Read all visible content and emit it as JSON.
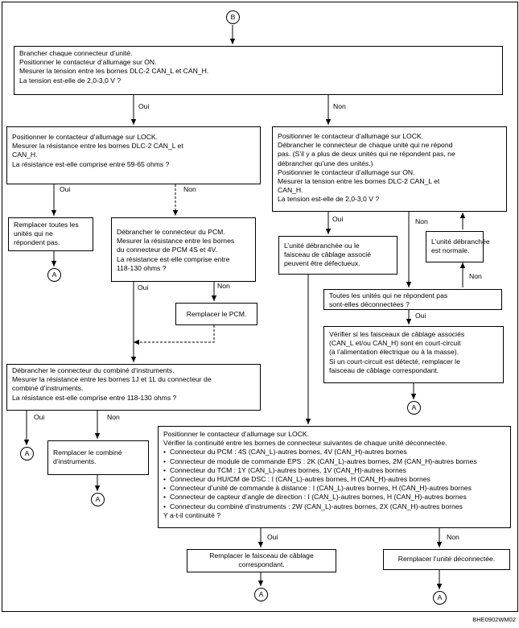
{
  "start": "B",
  "end": "A",
  "yes": "Oui",
  "no": "Non",
  "step1": [
    "Brancher chaque connecteur d’unité.",
    "Positionner le contacteur d’allumage sur ON.",
    "Mesurer la tension entre les bornes DLC-2 CAN_L et CAN_H.",
    "La tension est-elle de 2,0-3,0 V ?"
  ],
  "step2": [
    "Positionner le contacteur d’allumage sur LOCK.",
    "Mesurer la résistance entre les bornes DLC-2 CAN_L et",
    "CAN_H.",
    "La résistance est-elle comprise entre 59-65 ohms ?"
  ],
  "replace_units": [
    "Remplacer toutes les",
    "unités qui ne",
    "répondent pas."
  ],
  "step_pcm": [
    "Débrancher le connecteur du PCM.",
    "Mesurer la résistance entre les bornes",
    "du connecteur de PCM 4S et 4V.",
    "La résistance est-elle comprise entre",
    "118-130 ohms ?"
  ],
  "replace_pcm": "Remplacer le PCM.",
  "step_inst": [
    "Débrancher le connecteur du combiné d’instruments.",
    "Mesurer la résistance entre les bornes 1J et 1L du connecteur de",
    "combiné d’instruments.",
    "La résistance est-elle comprise entre 118-130 ohms ?"
  ],
  "replace_inst": [
    "Remplacer le combiné",
    "d’instruments."
  ],
  "step_lock": [
    "Positionner le contacteur d’allumage sur LOCK.",
    "Débrancher le connecteur de chaque unité qui ne répond",
    "pas. (S’il y a plus de deux unités qui ne répondent pas, ne",
    "débrancher qu’une des unités.)",
    "Positionner le contacteur d’allumage sur ON.",
    "Mesurer la tension entre les bornes DLC-2 CAN_L et",
    "CAN_H.",
    "La tension est-elle de 2,0-3,0 V ?"
  ],
  "unit_defect": [
    "L’unité débranchée ou le",
    "faisceau de câblage associé",
    "peuvent être défectueux."
  ],
  "unit_normal": [
    "L’unité débranchée",
    "est normale."
  ],
  "all_disc": [
    "Toutes les unités qui ne répondent pas",
    "sont-elles déconnectées ?"
  ],
  "short_check": [
    "Vérifier si les faisceaux de câblage associés",
    "(CAN_L et/ou CAN_H) sont en court-circuit",
    "(à l’alimentation électrique ou à la masse).",
    "Si un court-circuit est détecté, remplacer le",
    "faisceau de câblage correspondant."
  ],
  "continuity": {
    "head": [
      "Positionner le contacteur d’allumage sur LOCK.",
      "Vérifier la continuité entre les bornes de connecteur suivantes de chaque unité déconnectée."
    ],
    "items": [
      "Connecteur du PCM : 4S (CAN_L)-autres bornes, 4V (CAN_H)-autres bornes",
      "Connecteur de module de commande EPS : 2K (CAN_L)-autres bornes, 2M (CAN_H)-autres bornes",
      "Connecteur du TCM : 1Y (CAN_L)-autres bornes, 1V (CAN_H)-autres bornes",
      "Connecteur du HU/CM de DSC : I (CAN_L)-autres bornes, H (CAN_H)-autres bornes",
      "Connecteur d’unité de commande à distance : I (CAN_L)-autres bornes, H (CAN_H)-autres bornes",
      "Connecteur de capteur d’angle de direction : I (CAN_L)-autres bornes, H (CAN_H)-autres bornes",
      "Connecteur du combiné d’instruments : 2W (CAN_L)-autres bornes, 2X (CAN_H)-autres bornes"
    ],
    "question": "Y a-t-il continuité ?"
  },
  "replace_harness": [
    "Remplacer le faisceau de câblage",
    "correspondant."
  ],
  "replace_unit": "Remplacer l’unité déconnectée.",
  "figure_code": "BHE0902WM02"
}
